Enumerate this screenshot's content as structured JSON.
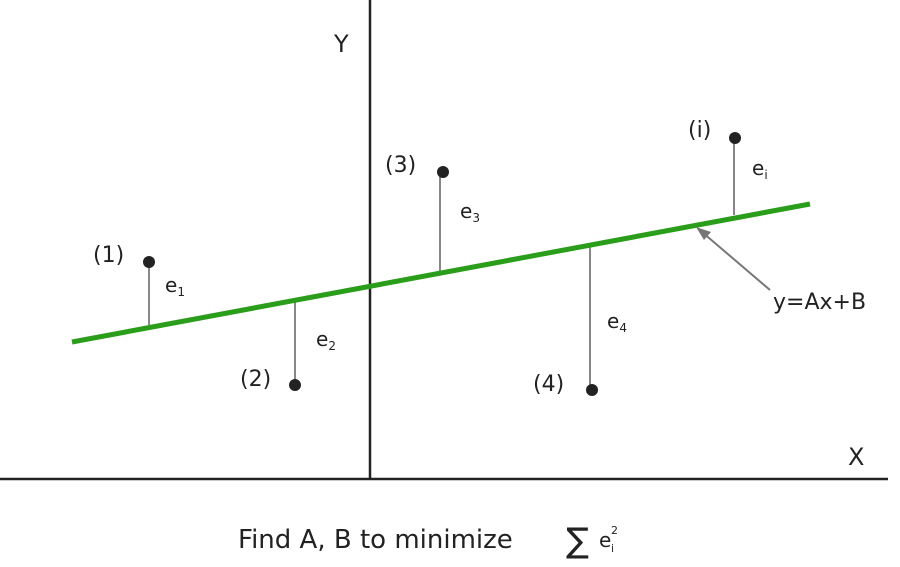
{
  "axes": {
    "y_label": "Y",
    "x_label": "X"
  },
  "regression_line": {
    "equation": "y=Ax+B",
    "color": "#2a9d1a"
  },
  "points": [
    {
      "label": "(1)",
      "error_base": "e",
      "error_sub": "1"
    },
    {
      "label": "(2)",
      "error_base": "e",
      "error_sub": "2"
    },
    {
      "label": "(3)",
      "error_base": "e",
      "error_sub": "3"
    },
    {
      "label": "(4)",
      "error_base": "e",
      "error_sub": "4"
    },
    {
      "label": "(i)",
      "error_base": "e",
      "error_sub": "i"
    }
  ],
  "caption": {
    "text": "Find A, B to minimize",
    "sum_symbol": "∑",
    "term_base": "e",
    "term_sub": "i",
    "term_sup": "2"
  },
  "colors": {
    "axis": "#222222",
    "residual": "#888888",
    "point": "#222222",
    "pointer": "#777777"
  }
}
